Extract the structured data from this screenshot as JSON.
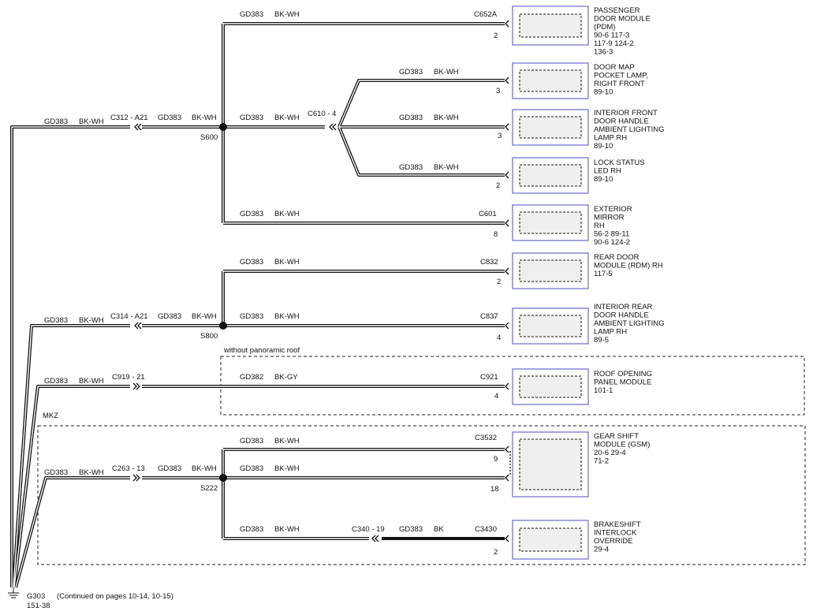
{
  "components": {
    "pdm": {
      "lines": [
        "PASSENGER",
        "DOOR MODULE",
        "(PDM)",
        "90-6    117-3",
        "117-9   124-2",
        "136-3"
      ],
      "connector": "C652A",
      "pin": "2"
    },
    "map": {
      "lines": [
        "DOOR MAP",
        "POCKET LAMP,",
        "RIGHT FRONT",
        "89-10"
      ],
      "pin": "3"
    },
    "frontHandle": {
      "lines": [
        "INTERIOR FRONT",
        "DOOR HANDLE",
        "AMBIENT LIGHTING",
        "LAMP RH",
        "89-10"
      ],
      "pin": "3"
    },
    "lock": {
      "lines": [
        "LOCK STATUS",
        "LED RH",
        "89-10"
      ],
      "pin": "2"
    },
    "mirror": {
      "lines": [
        "EXTERIOR",
        "MIRROR",
        "RH",
        "56-2    89-11",
        "90-6    124-2"
      ],
      "connector": "C601",
      "pin": "8"
    },
    "rdm": {
      "lines": [
        "REAR DOOR",
        "MODULE (RDM) RH",
        "117-5"
      ],
      "connector": "C832",
      "pin": "2"
    },
    "rearHandle": {
      "lines": [
        "INTERIOR REAR",
        "DOOR HANDLE",
        "AMBIENT LIGHTING",
        "LAMP RH",
        "89-5"
      ],
      "connector": "C837",
      "pin": "4"
    },
    "roof": {
      "lines": [
        "ROOF OPENING",
        "PANEL MODULE",
        "101-1"
      ],
      "connector": "C921",
      "pin": "4"
    },
    "gsm": {
      "lines": [
        "GEAR SHIFT",
        "MODULE (GSM)",
        "20-6    29-4",
        "71-2"
      ],
      "connector": "C3532",
      "pin1": "9",
      "pin2": "18"
    },
    "brake": {
      "lines": [
        "BRAKESHIFT",
        "INTERLOCK",
        "OVERRIDE",
        "29-4"
      ],
      "connector": "C3430",
      "pin": "2"
    }
  },
  "wires": {
    "gd383": "GD383",
    "gd382": "GD382",
    "bkwh": "BK-WH",
    "bkgy": "BK-GY",
    "bk": "BK"
  },
  "inline": {
    "c312": "C312 - A21",
    "c314": "C314 - A21",
    "c919": "C919 - 21",
    "c263": "C263 - 13",
    "c610": "C610 - 4",
    "c340": "C340 - 19"
  },
  "splices": {
    "s600": "S600",
    "s800": "S800",
    "s222": "S222"
  },
  "regions": {
    "roof": "without panoramic roof",
    "mkz": "MKZ"
  },
  "ground": {
    "name": "G303",
    "note": "(Continued on pages 10-14, 10-15)",
    "ref": "151-38"
  }
}
